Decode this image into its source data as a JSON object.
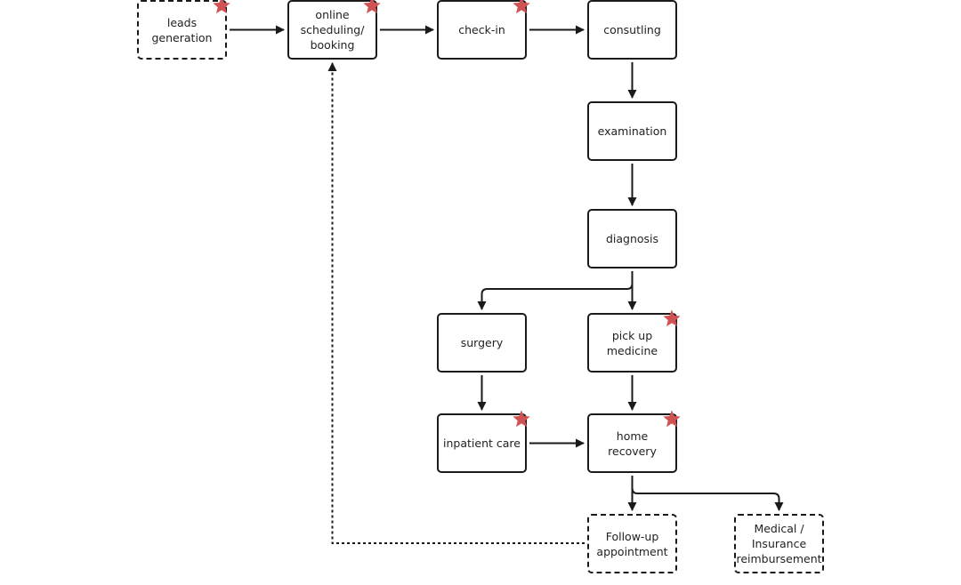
{
  "diagram": {
    "nodes": [
      {
        "id": "leads-generation",
        "label": "leads\ngeneration",
        "dashed": true,
        "star": true
      },
      {
        "id": "online-booking",
        "label": "online\nscheduling/\nbooking",
        "dashed": false,
        "star": true
      },
      {
        "id": "check-in",
        "label": "check-in",
        "dashed": false,
        "star": true
      },
      {
        "id": "consulting",
        "label": "consutling",
        "dashed": false,
        "star": false
      },
      {
        "id": "examination",
        "label": "examination",
        "dashed": false,
        "star": false
      },
      {
        "id": "diagnosis",
        "label": "diagnosis",
        "dashed": false,
        "star": false
      },
      {
        "id": "surgery",
        "label": "surgery",
        "dashed": false,
        "star": false
      },
      {
        "id": "pick-up-medicine",
        "label": "pick up\nmedicine",
        "dashed": false,
        "star": true
      },
      {
        "id": "inpatient-care",
        "label": "inpatient care",
        "dashed": false,
        "star": true
      },
      {
        "id": "home-recovery",
        "label": "home recovery",
        "dashed": false,
        "star": true
      },
      {
        "id": "follow-up",
        "label": "Follow-up\nappointment",
        "dashed": true,
        "star": false
      },
      {
        "id": "reimbursement",
        "label": "Medical /\nInsurance\nreimbursement",
        "dashed": true,
        "star": false
      }
    ],
    "edges": [
      {
        "from": "leads-generation",
        "to": "online-booking",
        "dashed": false
      },
      {
        "from": "online-booking",
        "to": "check-in",
        "dashed": false
      },
      {
        "from": "check-in",
        "to": "consulting",
        "dashed": false
      },
      {
        "from": "consulting",
        "to": "examination",
        "dashed": false
      },
      {
        "from": "examination",
        "to": "diagnosis",
        "dashed": false
      },
      {
        "from": "diagnosis",
        "to": "surgery",
        "dashed": false
      },
      {
        "from": "diagnosis",
        "to": "pick-up-medicine",
        "dashed": false
      },
      {
        "from": "surgery",
        "to": "inpatient-care",
        "dashed": false
      },
      {
        "from": "pick-up-medicine",
        "to": "home-recovery",
        "dashed": false
      },
      {
        "from": "inpatient-care",
        "to": "home-recovery",
        "dashed": false
      },
      {
        "from": "home-recovery",
        "to": "follow-up",
        "dashed": false
      },
      {
        "from": "home-recovery",
        "to": "reimbursement",
        "dashed": false
      },
      {
        "from": "follow-up",
        "to": "online-booking",
        "dashed": true
      }
    ],
    "colors": {
      "star": "#d05252",
      "stroke": "#1a1a1a",
      "text": "#222222"
    }
  }
}
